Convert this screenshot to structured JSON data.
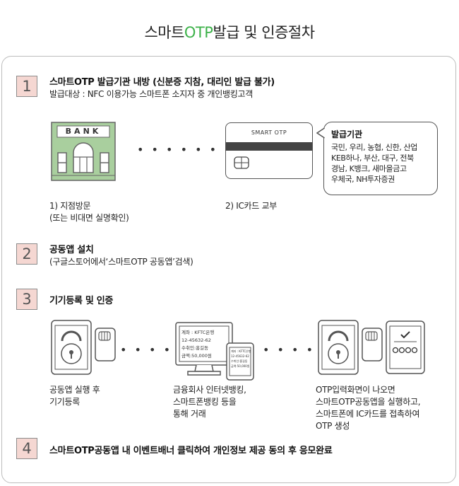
{
  "title": {
    "prefix": "스마트",
    "accent": "OTP",
    "suffix": "발급 및 인증절차"
  },
  "steps": [
    {
      "num": "1",
      "title": "스마트OTP 발급기관 내방 (신분증 지참, 대리인 발급 불가)",
      "sub": "발급대상 : NFC 이용가능 스마트폰 소지자 중 개인뱅킹고객"
    },
    {
      "num": "2",
      "title": "공동앱 설치",
      "sub": "(구글스토어에서‘스마트OTP 공동앱’검색)"
    },
    {
      "num": "3",
      "title": "기기등록 및 인증",
      "sub": ""
    },
    {
      "num": "4",
      "title": "스마트OTP공동앱 내 이벤트배너 클릭하여 개인정보 제공 동의 후 응모완료",
      "sub": ""
    }
  ],
  "step1": {
    "bank_sign": "BANK",
    "caption1": [
      "1) 지점방문",
      "(또는 비대면 실명확인)"
    ],
    "card_label": "SMART OTP",
    "caption2": "2) IC카드 교부",
    "issuers_title": "발급기관",
    "issuers_lines": [
      "국민, 우리, 농협, 신한, 산업",
      "KEB하나, 부산, 대구, 전북",
      "경남, K뱅크, 새마을금고",
      "우체국, NH투자증권"
    ]
  },
  "step3": {
    "caption_a": [
      "공동앱 실행 후",
      "기기등록"
    ],
    "caption_b": [
      "금융회사 인터넷뱅킹,",
      "스마트폰뱅킹 등을",
      "통해 거래"
    ],
    "caption_c": [
      "OTP입력화면이 나오면",
      "스마트OTP공동앱을 실행하고,",
      "스마트폰에 IC카드를 접촉하여",
      "OTP 생성"
    ],
    "monitor_lines": [
      "계좌 : KFTC은행",
      "12-45632-62",
      "수취인:홍길동",
      "금액:50,000원"
    ],
    "phone_lines": [
      "계좌 : KFTC은행",
      "12-45632-62",
      "수취인:홍길동",
      "금액:50,000원"
    ]
  },
  "colors": {
    "accent": "#3db24a",
    "badge": "#f5d7d2",
    "bank_green": "#a9cf9e"
  }
}
